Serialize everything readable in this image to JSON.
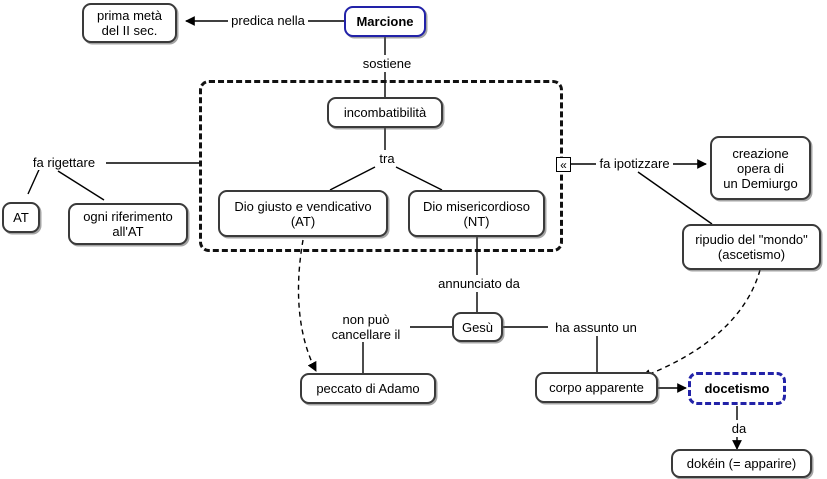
{
  "diagram": {
    "title": "Marcione concept map",
    "accent_color": "#2222a8",
    "node_border_color": "#3a3a3a",
    "group_border_color": "#111111",
    "nodes": [
      {
        "id": "prima-meta",
        "label": "prima metà\ndel II sec."
      },
      {
        "id": "marcione",
        "label": "Marcione"
      },
      {
        "id": "incombatibilita",
        "label": "incombatibilità"
      },
      {
        "id": "at",
        "label": "AT"
      },
      {
        "id": "ogni-riferimento",
        "label": "ogni riferimento\nall'AT"
      },
      {
        "id": "dio-giusto",
        "label": "Dio giusto e vendicativo\n(AT)"
      },
      {
        "id": "dio-misericordioso",
        "label": "Dio misericordioso\n(NT)"
      },
      {
        "id": "creazione",
        "label": "creazione\nopera di\nun Demiurgo"
      },
      {
        "id": "ripudio",
        "label": "ripudio del \"mondo\"\n(ascetismo)"
      },
      {
        "id": "gesu",
        "label": "Gesù"
      },
      {
        "id": "peccato",
        "label": "peccato di Adamo"
      },
      {
        "id": "corpo-apparente",
        "label": "corpo apparente"
      },
      {
        "id": "docetismo",
        "label": "docetismo"
      },
      {
        "id": "dokein",
        "label": "dokéin (= apparire)"
      }
    ],
    "link_labels": [
      {
        "id": "predica-nella",
        "label": "predica nella"
      },
      {
        "id": "sostiene",
        "label": "sostiene"
      },
      {
        "id": "tra",
        "label": "tra"
      },
      {
        "id": "fa-rigettare",
        "label": "fa rigettare"
      },
      {
        "id": "fa-ipotizzare",
        "label": "fa ipotizzare"
      },
      {
        "id": "annunciato-da",
        "label": "annunciato da"
      },
      {
        "id": "non-puo",
        "label": "non può\ncancellare il"
      },
      {
        "id": "ha-assunto-un",
        "label": "ha assunto un"
      },
      {
        "id": "da",
        "label": "da"
      }
    ],
    "icons": [
      {
        "id": "group-collapse",
        "name": "double-chevron-left-icon",
        "glyph": "«"
      }
    ]
  }
}
